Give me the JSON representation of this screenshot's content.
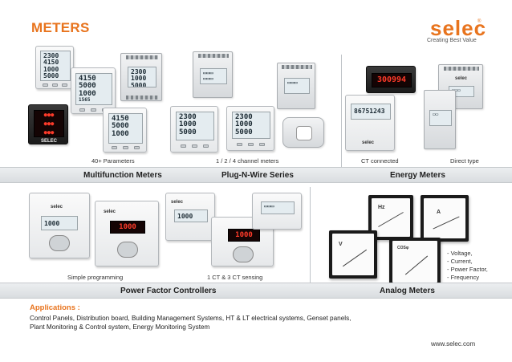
{
  "header": {
    "title": "METERS"
  },
  "logo": {
    "text": "selec",
    "registered": "®",
    "tagline": "Creating Best Value"
  },
  "sections": {
    "multifunction": {
      "label": "Multifunction Meters",
      "caption": "40+ Parameters"
    },
    "plug_n_wire": {
      "label": "Plug-N-Wire Series",
      "caption": "1 / 2 / 4 channel meters"
    },
    "energy": {
      "label": "Energy Meters",
      "caption_left": "CT connected",
      "caption_right": "Direct type"
    },
    "power_factor": {
      "label": "Power Factor Controllers",
      "caption_left": "Simple programming",
      "caption_right": "1 CT & 3 CT sensing"
    },
    "analog": {
      "label": "Analog Meters",
      "bullets": [
        "- Voltage,",
        "- Current,",
        "- Power Factor,",
        "- Frequency"
      ]
    }
  },
  "applications": {
    "title": "Applications :",
    "line1": "Control Panels, Distribution board, Building Management Systems, HT & LT electrical systems, Genset panels,",
    "line2": "Plant Monitoring & Control system, Energy Monitoring System"
  },
  "website": "www.selec.com",
  "device_readings": {
    "mfm1": [
      "2300",
      "4150",
      "1000",
      "5000"
    ],
    "mfm2": [
      "4150",
      "5000",
      "1000",
      "1565"
    ],
    "mfm3": [
      "2300",
      "1000",
      "5000"
    ],
    "mfm4": [
      "4150",
      "5000",
      "1000"
    ],
    "pnw1": [
      "2300",
      "1000",
      "5000"
    ],
    "pnw2": [
      "2300",
      "1000",
      "5000"
    ],
    "energy_led": "300994",
    "energy_ct": "86751243",
    "pfc_lcd": "1000",
    "pfc_led": "1000",
    "pfc_led2": "1000",
    "pfc_lcd2": "1000"
  },
  "analog_labels": [
    "Hz",
    "A",
    "V",
    "COSφ"
  ],
  "colors": {
    "accent": "#e8741e",
    "band": "#dfe2e5",
    "divider": "#bfc4c8"
  }
}
